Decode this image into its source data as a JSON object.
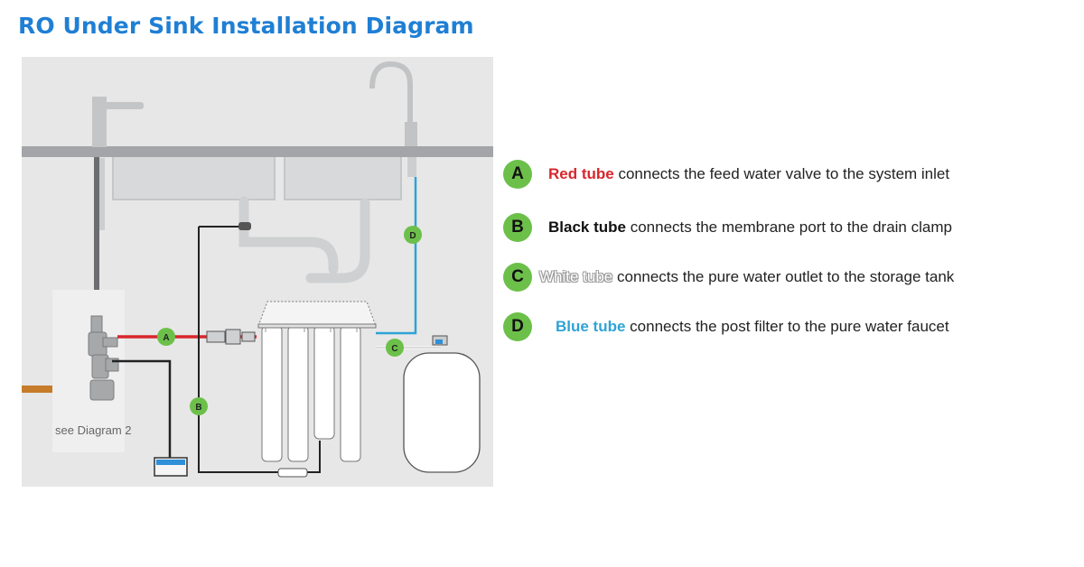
{
  "title": "RO Under Sink Installation Diagram",
  "diagram": {
    "see_note": "see Diagram 2",
    "markers": [
      "A",
      "B",
      "C",
      "D"
    ],
    "colors": {
      "background": "#e7e7e7",
      "red_tube": "#d8262c",
      "black_tube": "#222222",
      "blue_tube": "#2fa3d6",
      "marker_green": "#6cc04a"
    }
  },
  "legend": [
    {
      "letter": "A",
      "tube": "Red tube",
      "color": "#d8262c",
      "text": " connects the feed water valve to the system inlet"
    },
    {
      "letter": "B",
      "tube": "Black tube",
      "color": "#111111",
      "text": " connects the membrane port to the drain clamp"
    },
    {
      "letter": "C",
      "tube": "White tube",
      "color": "#ffffff",
      "text": " connects the pure water outlet to the storage tank"
    },
    {
      "letter": "D",
      "tube": "Blue tube",
      "color": "#2fa3d6",
      "text": " connects the post filter to the pure water faucet"
    }
  ]
}
